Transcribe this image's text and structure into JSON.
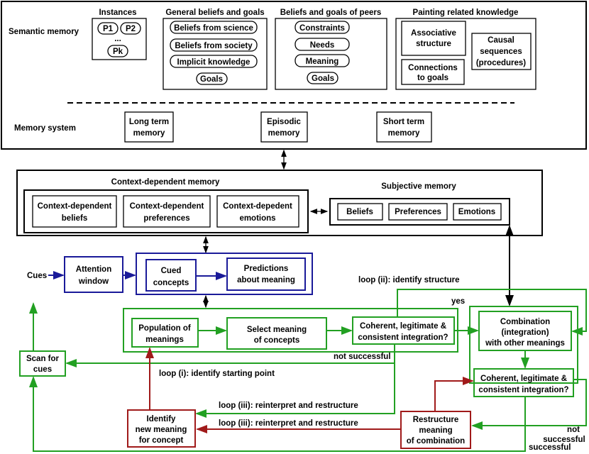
{
  "colors": {
    "blue": "#1a1a99",
    "green": "#22a022",
    "red": "#a01a1a",
    "black": "#000000"
  },
  "semantic": {
    "label": "Semantic memory",
    "instances": {
      "title": "Instances",
      "items": [
        "P1",
        "P2",
        "...",
        "Pk"
      ]
    },
    "general": {
      "title": "General beliefs and goals",
      "items": [
        "Beliefs from science",
        "Beliefs from society",
        "Implicit knowledge",
        "Goals"
      ]
    },
    "peers": {
      "title": "Beliefs and goals of peers",
      "items": [
        "Constraints",
        "Needs",
        "Meaning",
        "Goals"
      ]
    },
    "painting": {
      "title": "Painting related knowledge",
      "associative": [
        "Associative",
        "structure"
      ],
      "causal": [
        "Causal",
        "sequences",
        "(procedures)"
      ],
      "connections": [
        "Connections",
        "to goals"
      ]
    }
  },
  "memory_system": {
    "label": "Memory system",
    "long": [
      "Long term",
      "memory"
    ],
    "episodic": [
      "Episodic",
      "memory"
    ],
    "short": [
      "Short term",
      "memory"
    ]
  },
  "context": {
    "title": "Context-dependent memory",
    "beliefs": [
      "Context-dependent",
      "beliefs"
    ],
    "preferences": [
      "Context-dependent",
      "preferences"
    ],
    "emotions": [
      "Context-depedent",
      "emotions"
    ]
  },
  "subjective": {
    "title": "Subjective memory",
    "items": [
      "Beliefs",
      "Preferences",
      "Emotions"
    ]
  },
  "flow": {
    "cues": "Cues",
    "attention": [
      "Attention",
      "window"
    ],
    "cued": [
      "Cued",
      "concepts"
    ],
    "predictions": [
      "Predictions",
      "about meaning"
    ],
    "population": [
      "Population of",
      "meanings"
    ],
    "select": [
      "Select meaning",
      "of concepts"
    ],
    "coherent1": [
      "Coherent, legitimate &",
      "consistent integration?"
    ],
    "combination": [
      "Combination",
      "(integration)",
      "with other meanings"
    ],
    "coherent2": [
      "Coherent, legitimate &",
      "consistent integration?"
    ],
    "scan": [
      "Scan for",
      "cues"
    ],
    "identify": [
      "Identify",
      "new meaning",
      "for concept"
    ],
    "restructure": [
      "Restructure",
      "meaning",
      "of combination"
    ],
    "loop_ii": "loop (ii): identify structure",
    "yes": "yes",
    "not_successful": "not successful",
    "loop_i": "loop (i): identify starting point",
    "loop_iii_a": "loop (iii): reinterpret and restructure",
    "loop_iii_b": "loop (iii): reinterpret and restructure",
    "not_successful_right": [
      "not",
      "successful"
    ],
    "successful": "successful"
  }
}
